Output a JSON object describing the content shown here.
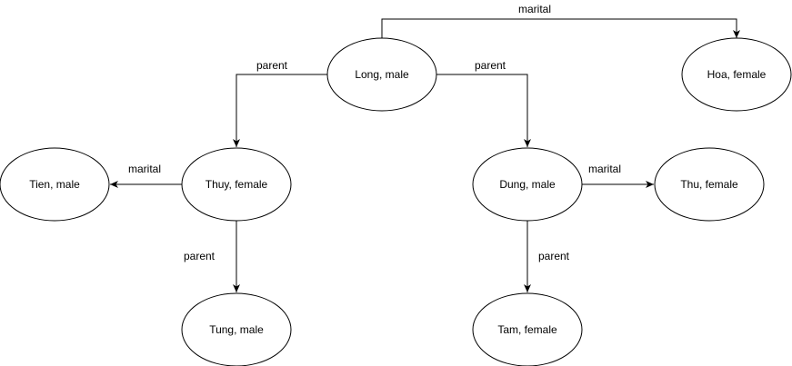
{
  "nodes": [
    {
      "id": "long",
      "label": "Long, male"
    },
    {
      "id": "hoa",
      "label": "Hoa, female"
    },
    {
      "id": "tien",
      "label": "Tien, male"
    },
    {
      "id": "thuy",
      "label": "Thuy, female"
    },
    {
      "id": "dung",
      "label": "Dung, male"
    },
    {
      "id": "thu",
      "label": "Thu, female"
    },
    {
      "id": "tung",
      "label": "Tung, male"
    },
    {
      "id": "tam",
      "label": "Tam, female"
    }
  ],
  "edges": [
    {
      "id": "long-hoa",
      "label": "marital"
    },
    {
      "id": "long-thuy",
      "label": "parent"
    },
    {
      "id": "long-dung",
      "label": "parent"
    },
    {
      "id": "thuy-tien",
      "label": "marital"
    },
    {
      "id": "dung-thu",
      "label": "marital"
    },
    {
      "id": "thuy-tung",
      "label": "parent"
    },
    {
      "id": "dung-tam",
      "label": "parent"
    }
  ]
}
